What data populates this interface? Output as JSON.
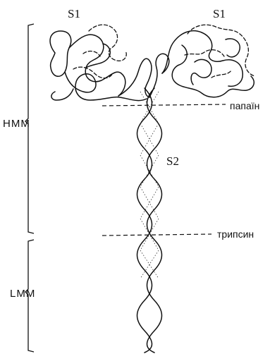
{
  "labels": {
    "s1_left": "S1",
    "s1_right": "S1",
    "s2": "S2",
    "hmm": "HMM",
    "lmm": "LMM",
    "papain": "папаїн",
    "trypsin": "трипсин"
  }
}
